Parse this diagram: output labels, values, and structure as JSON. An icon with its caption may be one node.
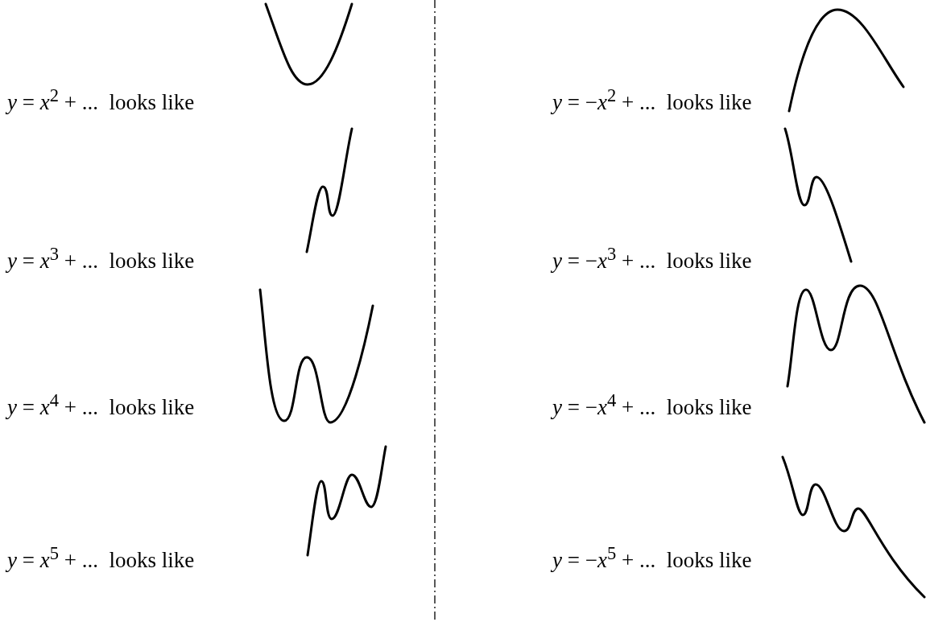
{
  "diagram": {
    "labels": [
      "*y* = *x*$^{2}$ + ...  looks like",
      "*y* = −*x*$^{2}$ + ...  looks like",
      "*y* = *x*$^{3}$ + ...  looks like",
      "*y* = −*x*$^{3}$ + ...  looks like",
      "*y* = *x*$^{4}$ + ...  looks like",
      "*y* = −*x*$^{4}$ + ...  looks like",
      "*y* = *x*$^{5}$ + ...  looks like",
      "*y* = −*x*$^{5}$ + ...  looks like"
    ]
  }
}
